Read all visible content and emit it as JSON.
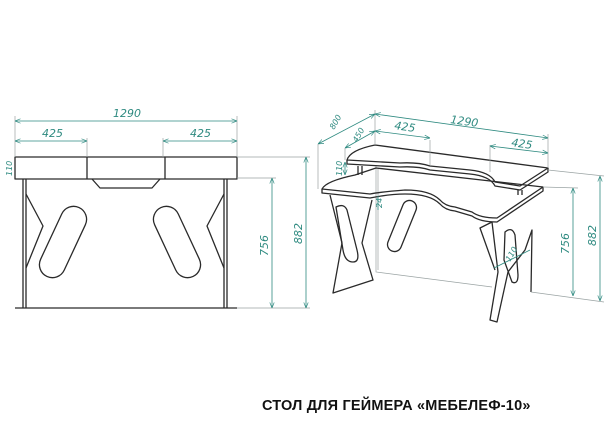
{
  "title": "СТОЛ ДЛЯ ГЕЙМЕРА «МЕБЕЛЕФ-10»",
  "colors": {
    "dimension": "#2e8a80",
    "outline": "#2a2a2a"
  },
  "front_view": {
    "width": "1290",
    "left_shelf": "425",
    "right_shelf": "425",
    "shelf_height": "110",
    "desk_height": "756",
    "total_height": "882"
  },
  "perspective_view": {
    "depth": "800",
    "shelf_depth": "450",
    "width": "1290",
    "left_shelf": "425",
    "right_shelf": "425",
    "shelf_height": "110",
    "panel_gap": "24",
    "leg_label": "110",
    "desk_height": "756",
    "total_height": "882"
  }
}
